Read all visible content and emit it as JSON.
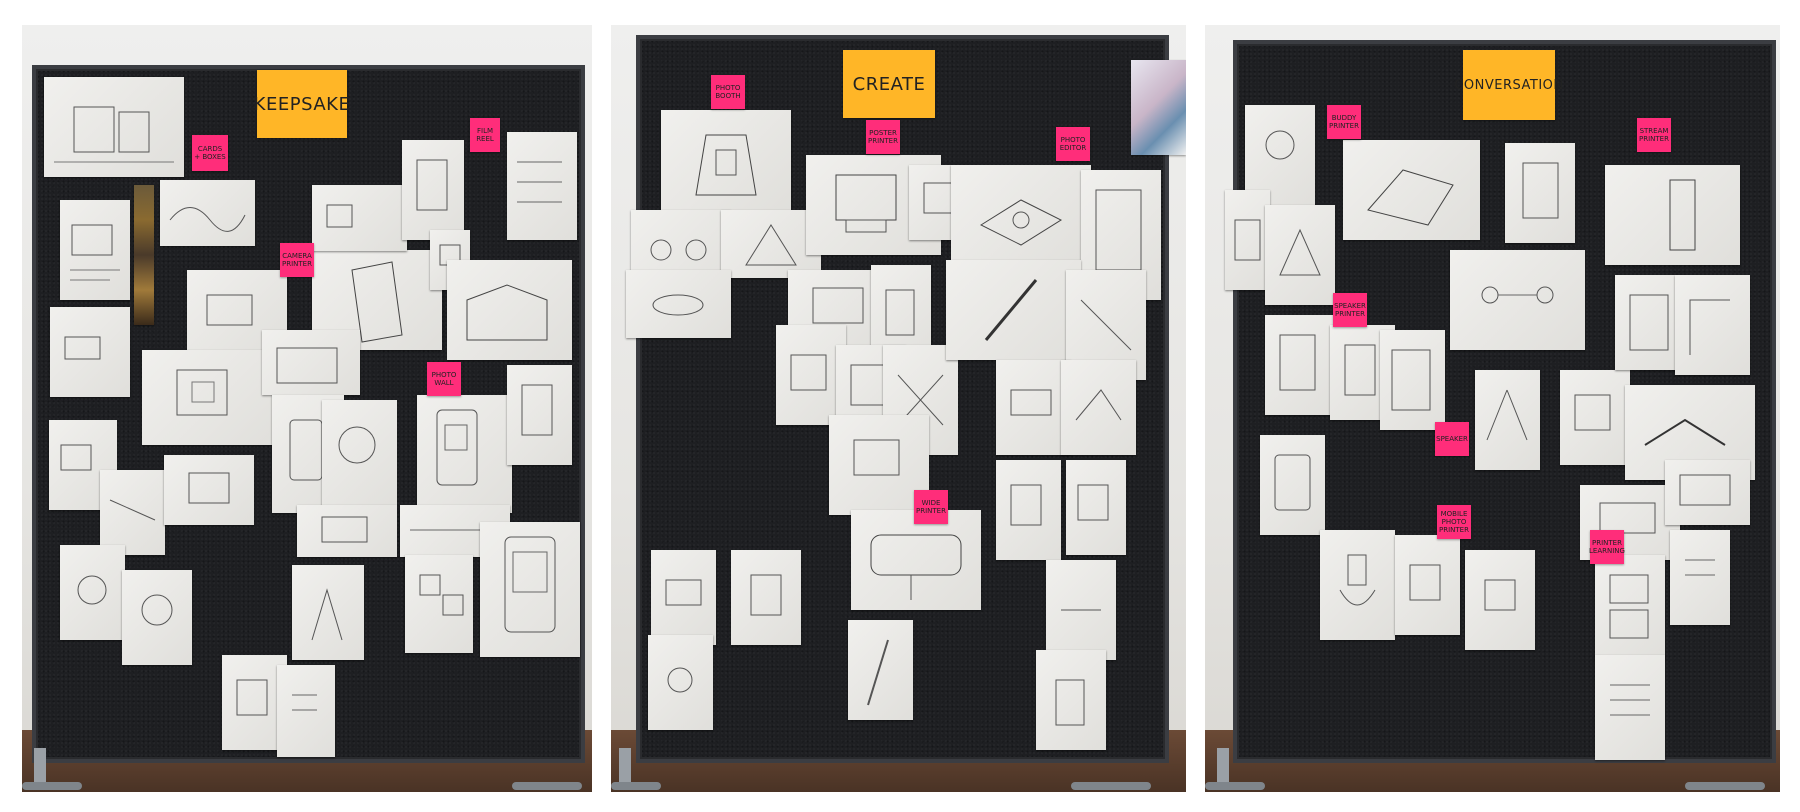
{
  "boards": [
    {
      "header": "KEEPSAKE",
      "notes": [
        "CARDS + BOXES",
        "CAMERA PRINTER",
        "PHOTO WALL",
        "FILM REEL"
      ]
    },
    {
      "header": "CREATE",
      "notes": [
        "PHOTO BOOTH",
        "POSTER PRINTER",
        "PHOTO EDITOR",
        "WIDE PRINTER"
      ]
    },
    {
      "header": "CONVERSATION",
      "notes": [
        "BUDDY PRINTER",
        "STREAM PRINTER",
        "SPEAKER PRINTER",
        "SPEAKER",
        "MOBILE PHOTO PRINTER",
        "PRINTER LEARNING"
      ]
    }
  ],
  "colors": {
    "header_sticky": "#ffb627",
    "idea_sticky": "#ff2d7a",
    "board_felt": "#1e1f22",
    "sketch_paper": "#e9e8e4"
  }
}
